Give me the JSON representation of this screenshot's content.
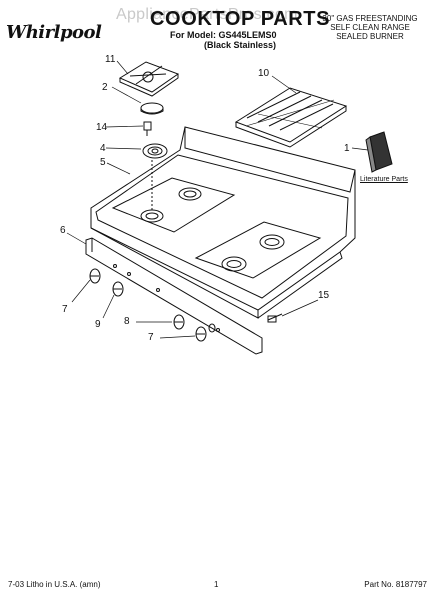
{
  "header": {
    "brand": "Whirlpool",
    "watermark": "AppliancePartsPros.com",
    "title": "COOKTOP PARTS",
    "model_line": "For Model: GS445LEMS0",
    "color_line": "(Black Stainless)",
    "spec_lines": [
      "30\" GAS FREESTANDING",
      "SELF CLEAN RANGE",
      "SEALED BURNER"
    ]
  },
  "callouts": {
    "c11": "11",
    "c2": "2",
    "c14": "14",
    "c4": "4",
    "c5": "5",
    "c10": "10",
    "c1": "1",
    "c6": "6",
    "c7a": "7",
    "c9": "9",
    "c8": "8",
    "c7b": "7",
    "c15": "15"
  },
  "literature_label": "Literature Parts",
  "footer": {
    "left": "7-03 Litho in U.S.A. (amn)",
    "center": "1",
    "right": "Part No. 8187797"
  }
}
